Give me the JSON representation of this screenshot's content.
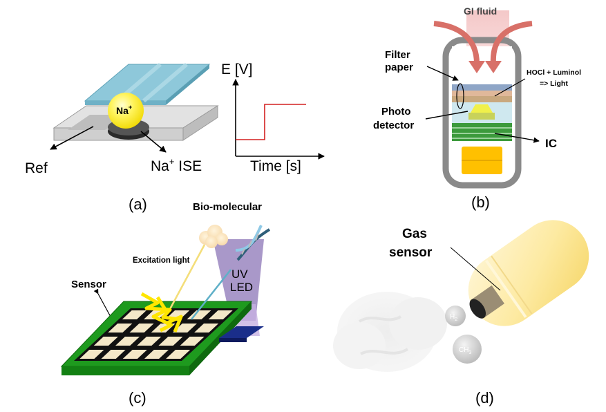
{
  "panel_a": {
    "ion_label": "Na",
    "ion_sup": "+",
    "ref_label": "Ref",
    "ise_prefix": "Na",
    "ise_sup": "+",
    "ise_suffix": " ISE",
    "y_axis_label": "E [V]",
    "x_axis_label": "Time [s]",
    "caption": "(a)"
  },
  "panel_b": {
    "top_label": "GI fluid",
    "filter_label_1": "Filter",
    "filter_label_2": "paper",
    "reaction_label_1": "HOCl + Luminol",
    "reaction_label_2": "=> Light",
    "photo_label_1": "Photo",
    "photo_label_2": "detector",
    "ic_label": "IC",
    "caption": "(b)"
  },
  "panel_c": {
    "biomolecular_label": "Bio-molecular",
    "excitation_label": "Excitation light",
    "sensor_label": "Sensor",
    "uv_label_1": "UV",
    "uv_label_2": "LED",
    "caption": "(c)"
  },
  "panel_d": {
    "gas_label_1": "Gas",
    "gas_label_2": "sensor",
    "h2_main": "H",
    "h2_sub": "2",
    "ch3_main": "CH",
    "ch3_sub": "3",
    "caption": "(d)"
  },
  "colors": {
    "ise_blue": "#88c4d6",
    "ion_yellow": "#ffe800",
    "step_red": "#d42020",
    "capsule_grey": "#8a8a8a",
    "gi_arrow": "#d87068",
    "pcb_green": "#1e9a1e",
    "uv_purple": "#9a86c0",
    "led_blue": "#1a2e8a",
    "capsule_yellow": "#fde99a"
  }
}
